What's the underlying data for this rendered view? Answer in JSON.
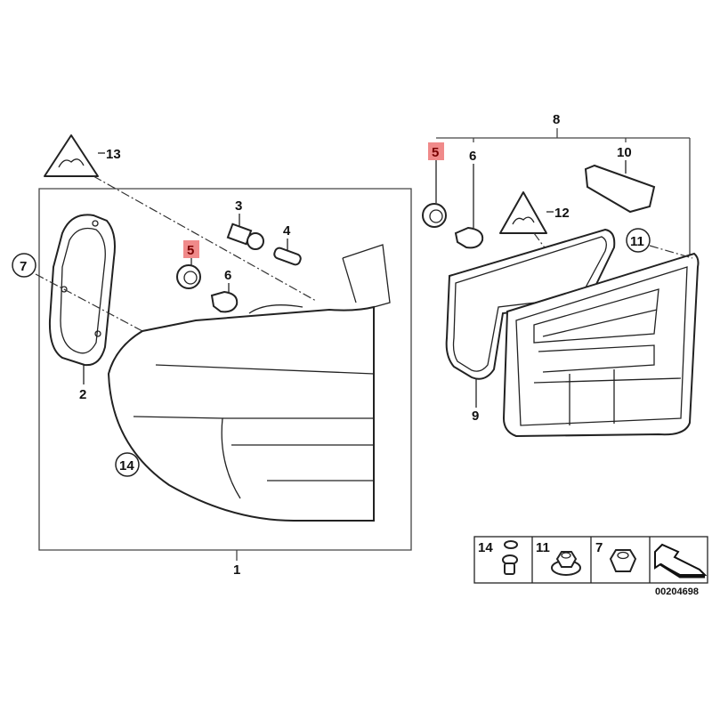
{
  "diagram": {
    "callouts": {
      "c1": "1",
      "c2": "2",
      "c3": "3",
      "c4": "4",
      "c5_left": "5",
      "c6_left": "6",
      "c7": "7",
      "c13": "13",
      "c14": "14",
      "c5_right": "5",
      "c6_right": "6",
      "c8": "8",
      "c9": "9",
      "c10": "10",
      "c11": "11",
      "c12": "12"
    },
    "highlight_color": "#f08a8a",
    "legend": {
      "items": [
        "14",
        "11",
        "7"
      ],
      "arrow_icon": "direction-arrow-icon"
    },
    "diagram_number": "00204698"
  }
}
